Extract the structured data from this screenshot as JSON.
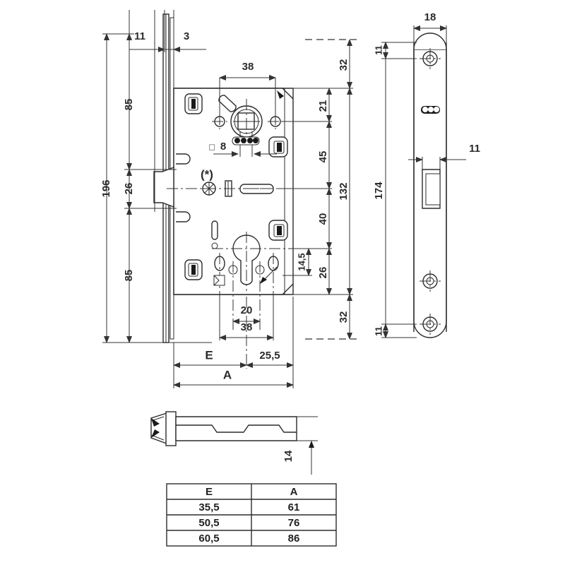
{
  "drawing": {
    "title": "Mortise lock technical drawing",
    "units": "mm",
    "views": {
      "front": "front-section-view",
      "side": "faceplate-side-view",
      "detail": "latch-bolt-detail-view"
    }
  },
  "front_view": {
    "top_dims": {
      "faceplate_offset": "11",
      "faceplate_thickness": "3",
      "follower_spacing": "38"
    },
    "left_dims": {
      "overall": "196",
      "upper": "85",
      "middle": "26",
      "lower": "85"
    },
    "right_dims": {
      "top_margin": "32",
      "handle_to_top": "21",
      "handle_to_cylinder": "45",
      "cylinder_to_lower": "40",
      "lower_block": "26",
      "bottom_margin": "32",
      "case_height": "132"
    },
    "bottom_dims": {
      "cylinder_center": "20",
      "backset_group": "38",
      "backset_label": "E",
      "edge_offset": "25,5",
      "overall_label": "A"
    },
    "inner_labels": {
      "follower_square": "8",
      "follower_symbol": "□",
      "asterisk_note": "(*)",
      "cylinder_offset": "14,5"
    }
  },
  "side_view": {
    "width": "18",
    "overall_height": "174",
    "top_hole": "11",
    "bottom_hole": "11",
    "latch_window": "11"
  },
  "detail_view": {
    "height": "14"
  },
  "table": {
    "headers": [
      "E",
      "A"
    ],
    "rows": [
      [
        "35,5",
        "61"
      ],
      [
        "50,5",
        "76"
      ],
      [
        "60,5",
        "86"
      ]
    ]
  },
  "colors": {
    "line": "#2c2c2c",
    "dim": "#333333",
    "fill": "#ffffff",
    "dark": "#1a1a1a"
  }
}
